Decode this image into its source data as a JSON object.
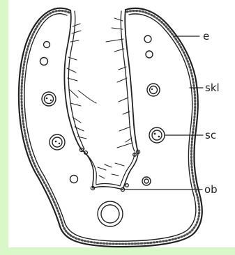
{
  "labels": {
    "e": "e",
    "skl": "skl",
    "sc": "sc",
    "ob": "ob"
  },
  "colors": {
    "ink": "#222222",
    "margin_strip": "#d9f7c9",
    "background": "#ffffff"
  }
}
